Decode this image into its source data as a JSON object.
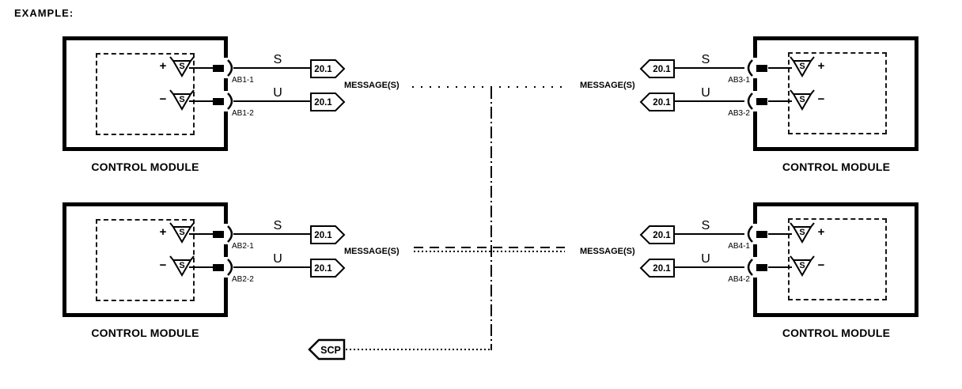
{
  "page": {
    "example_label": "EXAMPLE:"
  },
  "colors": {
    "ink": "#000000",
    "background": "#ffffff"
  },
  "modules": [
    {
      "position": "top-left",
      "label": "CONTROL MODULE",
      "message_label": "MESSAGE(S)",
      "pins": [
        {
          "polarity": "+",
          "shield": "S",
          "pin_id": "AB1-1",
          "wire_label": "S",
          "circuit_tag": "20.1"
        },
        {
          "polarity": "−",
          "shield": "S",
          "pin_id": "AB1-2",
          "wire_label": "U",
          "circuit_tag": "20.1"
        }
      ]
    },
    {
      "position": "top-right",
      "label": "CONTROL MODULE",
      "message_label": "MESSAGE(S)",
      "pins": [
        {
          "polarity": "+",
          "shield": "S",
          "pin_id": "AB3-1",
          "wire_label": "S",
          "circuit_tag": "20.1"
        },
        {
          "polarity": "−",
          "shield": "S",
          "pin_id": "AB3-2",
          "wire_label": "U",
          "circuit_tag": "20.1"
        }
      ]
    },
    {
      "position": "bottom-left",
      "label": "CONTROL MODULE",
      "message_label": "MESSAGE(S)",
      "pins": [
        {
          "polarity": "+",
          "shield": "S",
          "pin_id": "AB2-1",
          "wire_label": "S",
          "circuit_tag": "20.1"
        },
        {
          "polarity": "−",
          "shield": "S",
          "pin_id": "AB2-2",
          "wire_label": "U",
          "circuit_tag": "20.1"
        }
      ]
    },
    {
      "position": "bottom-right",
      "label": "CONTROL MODULE",
      "message_label": "MESSAGE(S)",
      "pins": [
        {
          "polarity": "+",
          "shield": "S",
          "pin_id": "AB4-1",
          "wire_label": "S",
          "circuit_tag": "20.1"
        },
        {
          "polarity": "−",
          "shield": "S",
          "pin_id": "AB4-2",
          "wire_label": "U",
          "circuit_tag": "20.1"
        }
      ]
    }
  ],
  "network_bus": {
    "scp_tag": "SCP"
  }
}
